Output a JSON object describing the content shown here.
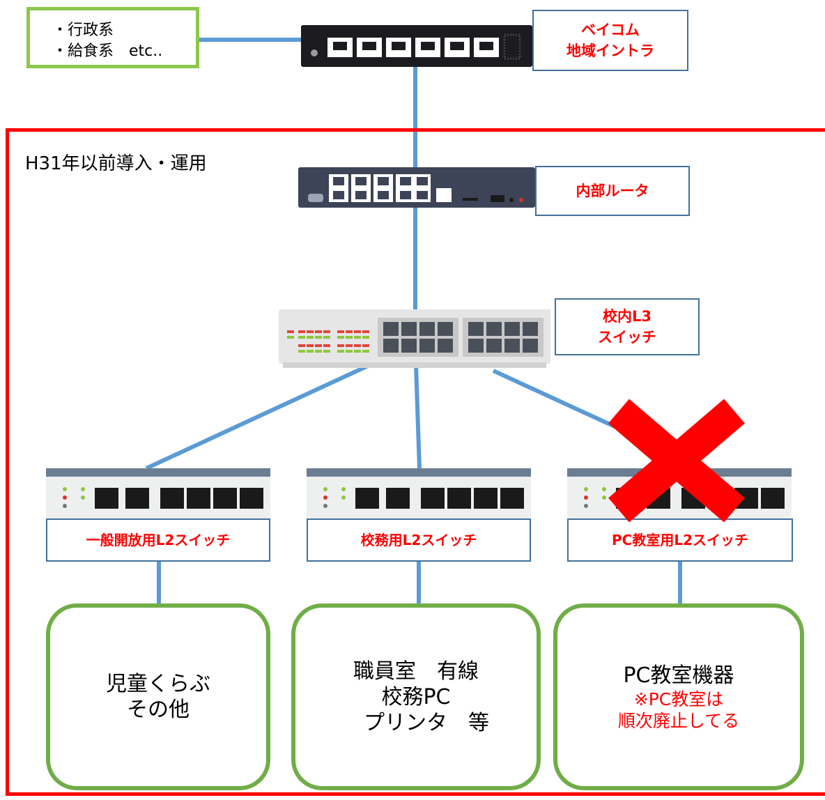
{
  "legacy_networks": [
    "・行政系",
    "・給食系　etc.."
  ],
  "upstream_label": [
    "ベイコム",
    "地域イントラ"
  ],
  "frame_title": "H31年以前導入・運用",
  "router_label": "内部ルータ",
  "l3_label": [
    "校内L3",
    "スイッチ"
  ],
  "l2_switches": [
    {
      "label": "一般開放用L2スイッチ",
      "disabled": false
    },
    {
      "label": "校務用L2スイッチ",
      "disabled": false
    },
    {
      "label": "PC教室用L2スイッチ",
      "disabled": true
    }
  ],
  "endpoints": [
    {
      "lines": [
        "児童くらぶ",
        "その他"
      ],
      "note": []
    },
    {
      "lines": [
        "職員室　有線",
        "校務PC",
        "　プリンタ　等"
      ],
      "note": []
    },
    {
      "lines": [
        "PC教室機器"
      ],
      "note": [
        "※PC教室は",
        "順次廃止してる"
      ]
    }
  ],
  "colors": {
    "frame": "#ff0000",
    "wire": "#5b9bd5",
    "endpoint_border": "#70ad47",
    "label_border": "#41719c",
    "cross": "#ff0000"
  }
}
